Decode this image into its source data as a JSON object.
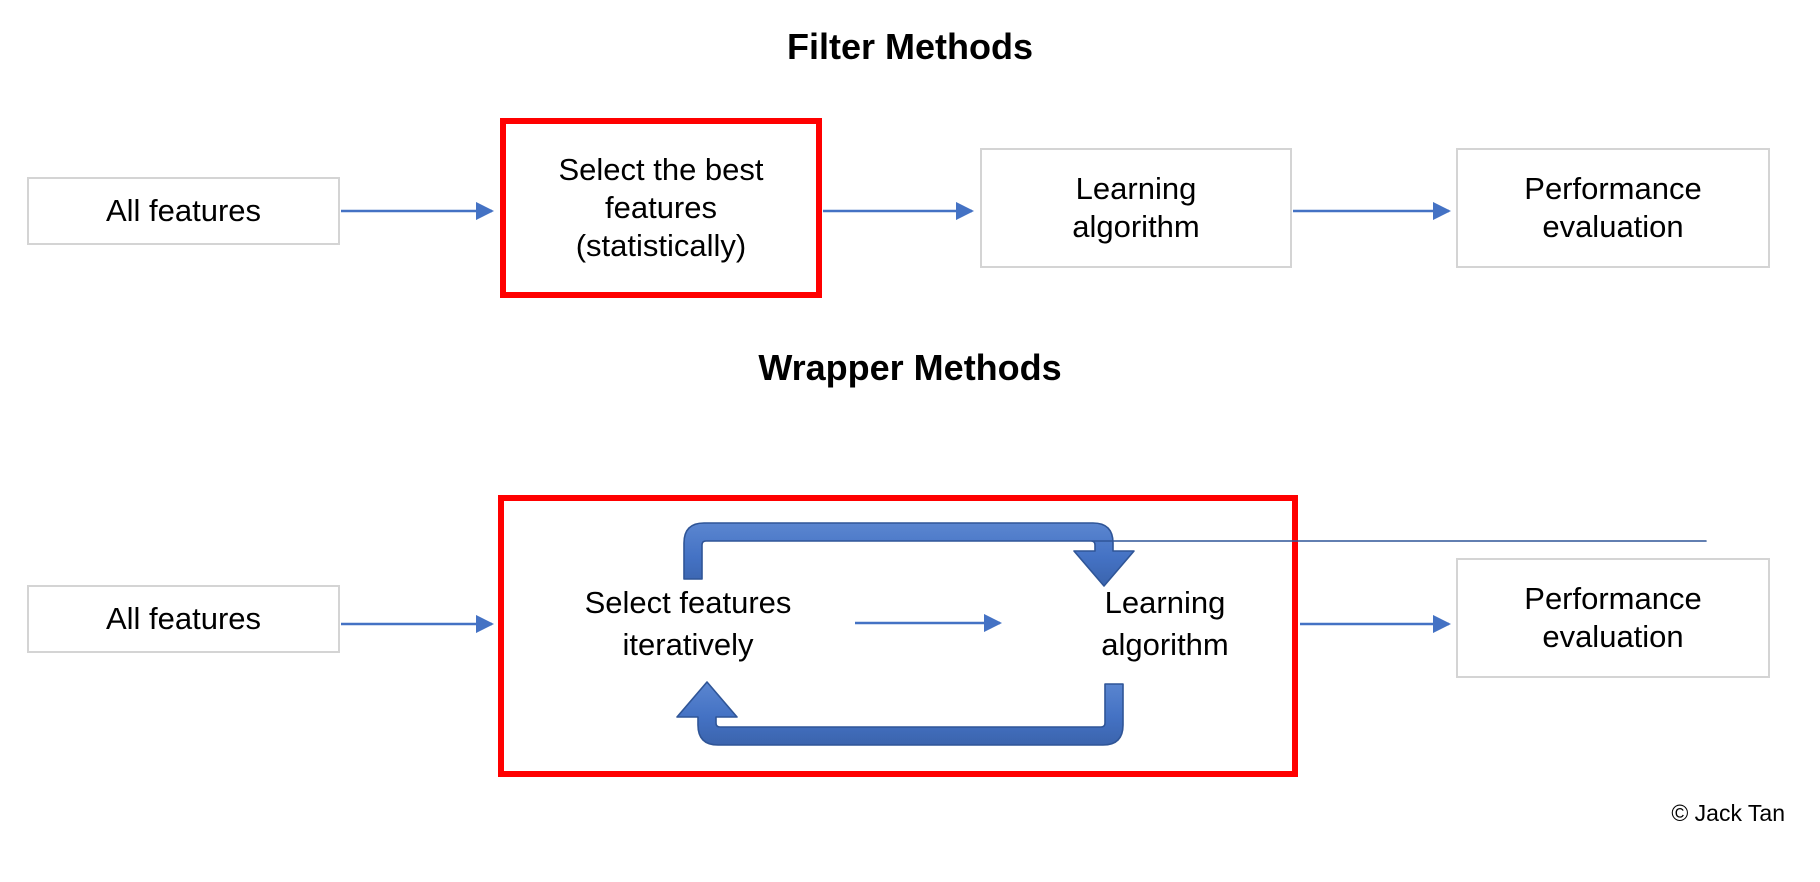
{
  "diagram": {
    "background_color": "#ffffff",
    "accent_blue": "#4472c4",
    "thick_arrow_fill": "#4472c4",
    "thick_arrow_stroke": "#2f5597",
    "highlight_red": "#ff0000",
    "box_border_grey": "#d4d4d4"
  },
  "sections": [
    {
      "id": "filter",
      "title": "Filter Methods",
      "nodes": [
        {
          "id": "all-features-filter",
          "label": "All features",
          "highlighted": false
        },
        {
          "id": "select-best-features",
          "label": "Select the best\nfeatures\n(statistically)",
          "highlighted": true
        },
        {
          "id": "learning-algorithm-filter",
          "label": "Learning\nalgorithm",
          "highlighted": false
        },
        {
          "id": "performance-evaluation-filter",
          "label": "Performance\nevaluation",
          "highlighted": false
        }
      ],
      "connectors": [
        {
          "from": "all-features-filter",
          "to": "select-best-features",
          "style": "thin-arrow",
          "direction": "right"
        },
        {
          "from": "select-best-features",
          "to": "learning-algorithm-filter",
          "style": "thin-arrow",
          "direction": "right"
        },
        {
          "from": "learning-algorithm-filter",
          "to": "performance-evaluation-filter",
          "style": "thin-arrow",
          "direction": "right"
        }
      ]
    },
    {
      "id": "wrapper",
      "title": "Wrapper Methods",
      "nodes": [
        {
          "id": "all-features-wrapper",
          "label": "All features",
          "highlighted": false
        },
        {
          "id": "select-features-iteratively",
          "label": "Select features\niteratively",
          "highlighted": false
        },
        {
          "id": "learning-algorithm-wrapper",
          "label": "Learning\nalgorithm",
          "highlighted": false
        },
        {
          "id": "performance-evaluation-wrapper",
          "label": "Performance\nevaluation",
          "highlighted": false
        }
      ],
      "group_box": {
        "id": "wrapper-loop-group",
        "highlighted": true
      },
      "connectors": [
        {
          "from": "all-features-wrapper",
          "to": "wrapper-loop-group",
          "style": "thin-arrow",
          "direction": "right"
        },
        {
          "from": "select-features-iteratively",
          "to": "learning-algorithm-wrapper",
          "style": "thin-arrow",
          "direction": "right"
        },
        {
          "from": "select-features-iteratively",
          "to": "learning-algorithm-wrapper",
          "style": "thick-loop-arrow",
          "direction": "over-top-right"
        },
        {
          "from": "learning-algorithm-wrapper",
          "to": "select-features-iteratively",
          "style": "thick-loop-arrow",
          "direction": "under-bottom-left"
        },
        {
          "from": "wrapper-loop-group",
          "to": "performance-evaluation-wrapper",
          "style": "thin-arrow",
          "direction": "right"
        }
      ]
    }
  ],
  "credit": "© Jack Tan"
}
